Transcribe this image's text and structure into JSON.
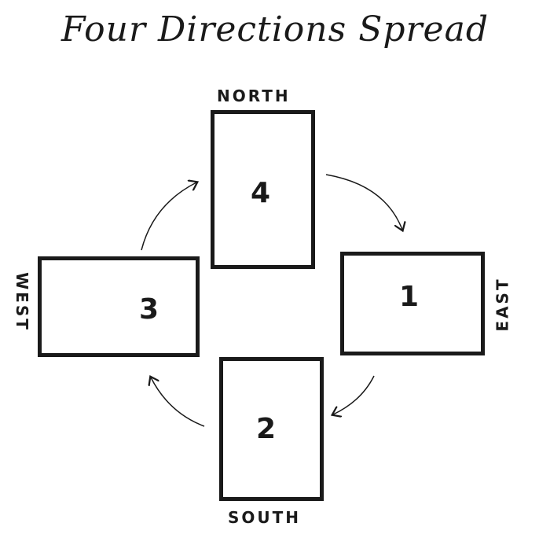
{
  "title": "Four Directions Spread",
  "directions": {
    "north": "NORTH",
    "east": "EAST",
    "south": "SOUTH",
    "west": "WEST"
  },
  "cards": {
    "north": "4",
    "east": "1",
    "south": "2",
    "west": "3"
  }
}
